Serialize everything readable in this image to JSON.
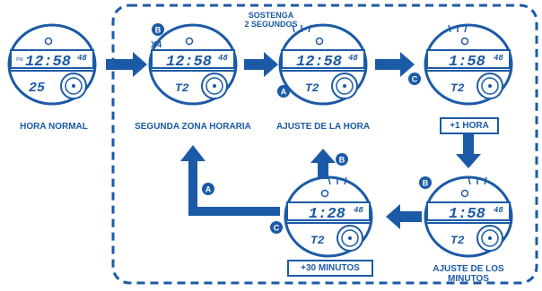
{
  "colors": {
    "primary": "#1b5aa6",
    "background": "#ffffff"
  },
  "labels": {
    "hora_normal": "HORA NORMAL",
    "segunda_zona": "SEGUNDA ZONA HORARIA",
    "ajuste_hora": "AJUSTE DE LA HORA",
    "mas_una_hora": "+1 HORA",
    "ajuste_minutos": "AJUSTE DE LOS\nMINUTOS",
    "mas_30_minutos": "+30 MINUTOS",
    "sostenga": "SOSTENGA\n2 SEGUNDOS",
    "x4": "X4"
  },
  "buttons": {
    "a": "A",
    "b": "B",
    "c": "C"
  },
  "watches": [
    {
      "id": "normal",
      "time": "12:58",
      "seconds": "48",
      "pm": "PM",
      "lower": "25"
    },
    {
      "id": "second-zone",
      "time": "12:58",
      "seconds": "48",
      "lower": "T2"
    },
    {
      "id": "hour-adjust",
      "time": "12:58",
      "seconds": "48",
      "lower": "T2"
    },
    {
      "id": "plus-one-hour",
      "time": "1:58",
      "seconds": "48",
      "lower": "T2"
    },
    {
      "id": "minute-adjust",
      "time": "1:58",
      "seconds": "48",
      "lower": "T2"
    },
    {
      "id": "plus-30-min",
      "time": "1:28",
      "seconds": "48",
      "lower": "T2"
    }
  ]
}
